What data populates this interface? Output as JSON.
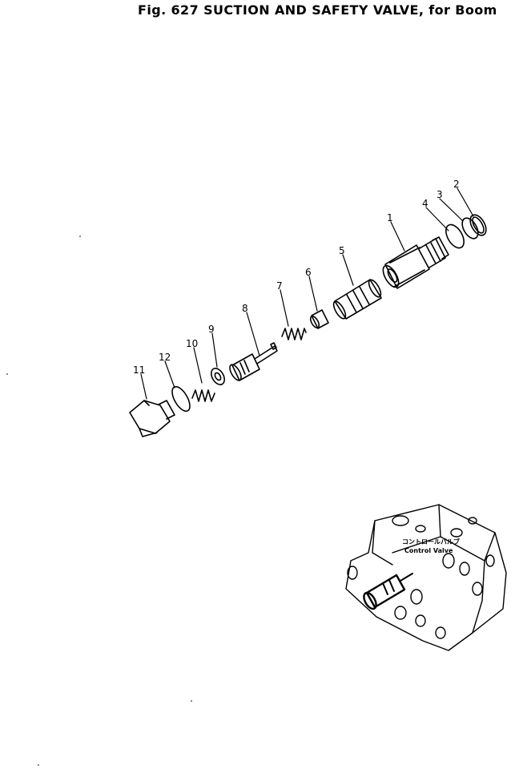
{
  "title": "Fig. 627   SUCTION AND SAFETY VALVE, for Boom",
  "callouts": {
    "n1": "1",
    "n2": "2",
    "n3": "3",
    "n4": "4",
    "n5": "5",
    "n6": "6",
    "n7": "7",
    "n8": "8",
    "n9": "9",
    "n10": "10",
    "n11": "11",
    "n12": "12"
  },
  "inset": {
    "label_jp": "コントロールバルブ",
    "label_en": "Control Valve"
  }
}
